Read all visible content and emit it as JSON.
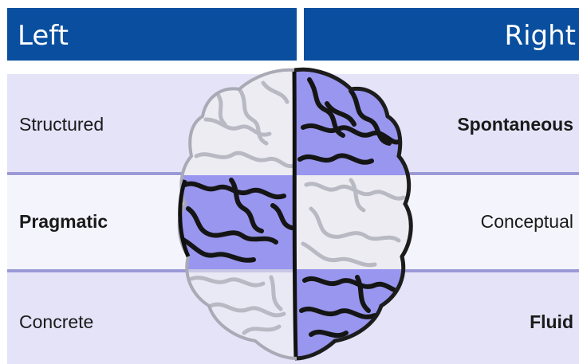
{
  "header": {
    "left_title": "Left",
    "right_title": "Right"
  },
  "rows": [
    {
      "left": "Structured",
      "right": "Spontaneous",
      "bold_side": "right"
    },
    {
      "left": "Pragmatic",
      "right": "Conceptual",
      "bold_side": "left"
    },
    {
      "left": "Concrete",
      "right": "Fluid",
      "bold_side": "right"
    }
  ],
  "colors": {
    "header_bg": "#0a4f9f",
    "band_light": "#e4e3f8",
    "band_lighter": "#f4f4fc",
    "rule": "#9b99d6",
    "brain_active": "#9896ee",
    "brain_inactive": "#e9e9ef",
    "brain_outline": "#222222"
  },
  "icons": {
    "brain": "brain-icon"
  }
}
